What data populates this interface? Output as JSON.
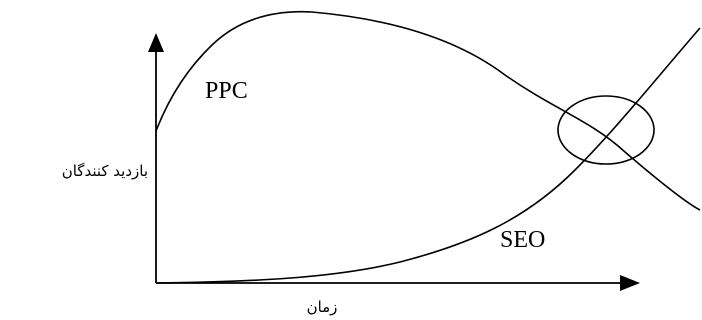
{
  "diagram": {
    "y_axis_label": "بازدید کنندگان",
    "x_axis_label": "زمان",
    "ppc_label": "PPC",
    "seo_label": "SEO",
    "line_color": "#000000",
    "background_color": "#ffffff"
  }
}
